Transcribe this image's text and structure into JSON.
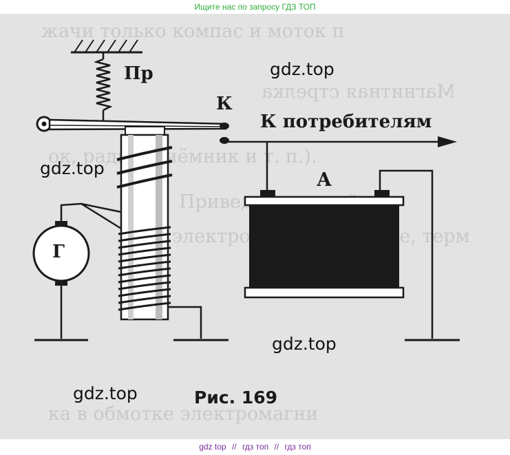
{
  "header": {
    "promo_text": "Ищите нас по запросу ГДЗ ТОП"
  },
  "footer": {
    "links": [
      "gdz top",
      "гдз топ",
      "гдз топ"
    ],
    "separator": "//"
  },
  "watermarks": [
    "gdz.top",
    "gdz.top",
    "gdz.top",
    "gdz.top"
  ],
  "background_text": {
    "line1": "жачи только компас и моток п",
    "line2": "Магнитная стрелка",
    "line3": "ок, радиоприёмник и т. п.).",
    "line4": "Приведите устройст",
    "line5": "электромагнитные реле, терм",
    "line6": "ка в обмотке электромагни"
  },
  "diagram": {
    "labels": {
      "spring": "Пр",
      "contact": "К",
      "consumers": "К потребителям",
      "battery": "А",
      "generator": "Г"
    },
    "caption": "Рис. 169"
  },
  "colors": {
    "promo": "#2fae3a",
    "footer_link": "#7a2a9a",
    "figure_bg": "#e3e3e3",
    "ink": "#1a1a1a"
  }
}
